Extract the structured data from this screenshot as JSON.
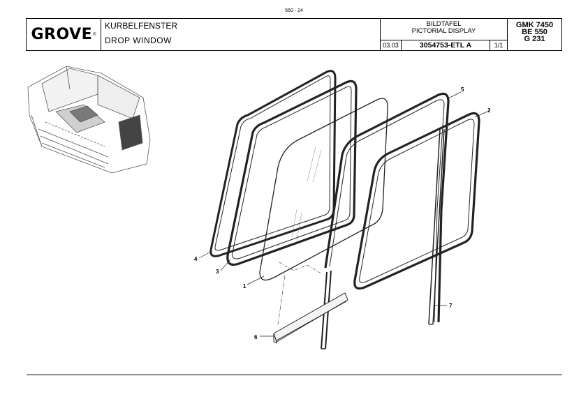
{
  "page_number": "550 - 24",
  "brand": "GROVE",
  "title_de": "KURBELFENSTER",
  "title_en": "DROP  WINDOW",
  "block_label_de": "BILDTAFEL",
  "block_label_en": "PICTORIAL DISPLAY",
  "date": "03.03",
  "document_number": "3054753-ETL A",
  "sheet": "1/1",
  "model_lines": [
    "GMK  7450",
    "BE  550",
    "G  231"
  ],
  "callouts": [
    "1",
    "2",
    "3",
    "4",
    "5",
    "6",
    "7"
  ]
}
